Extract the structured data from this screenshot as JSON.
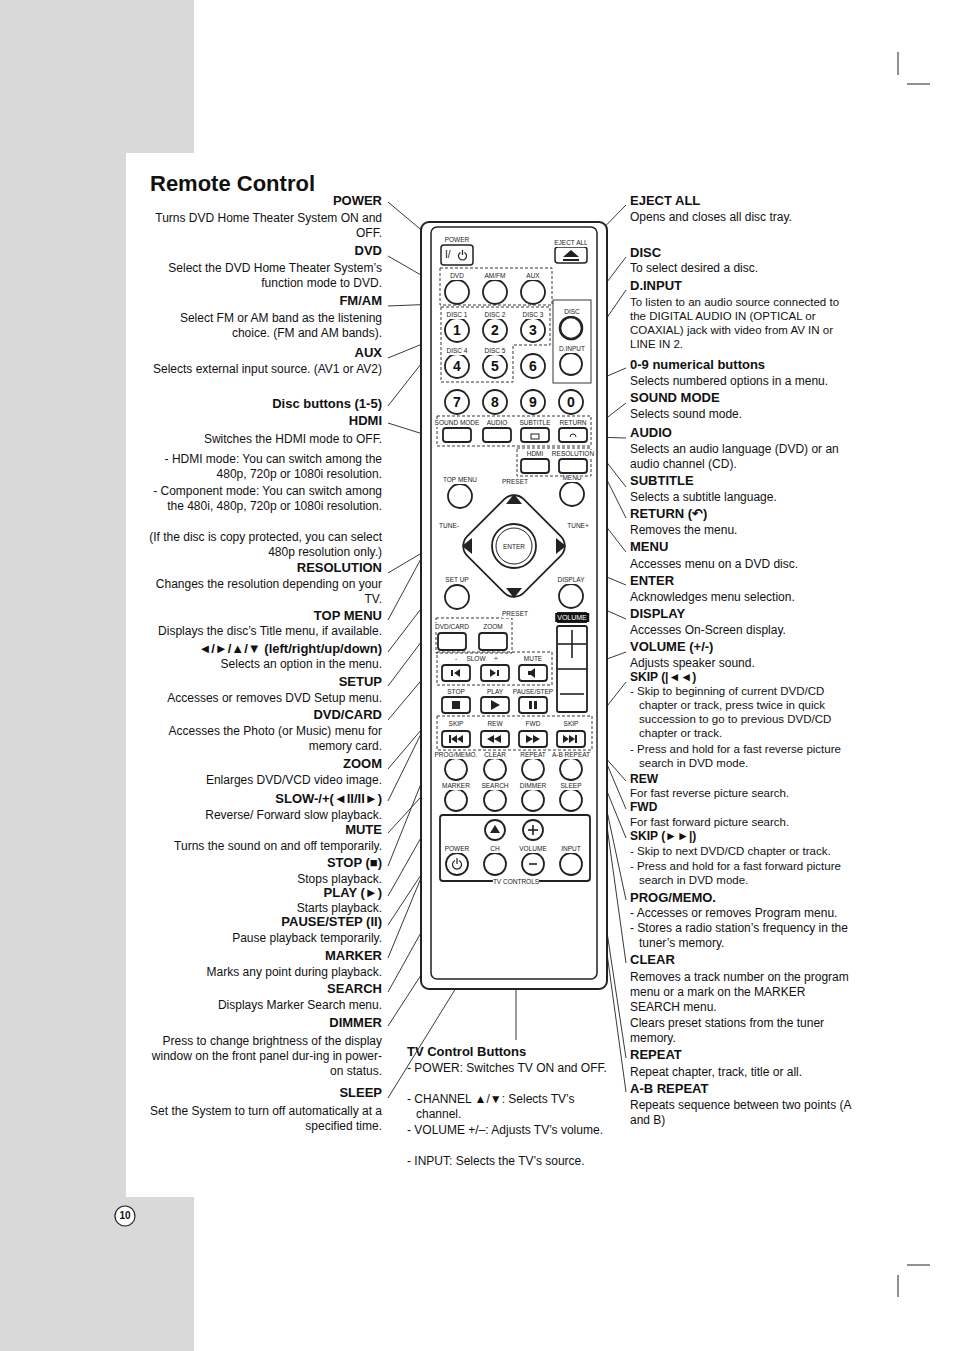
{
  "diagram": {
    "title": "Remote Control",
    "labels": [
      "10",
      "POWER",
      "Turns DVD Home Theater System ON and OFF.",
      "DVD",
      "Select the DVD Home Theater System’s function mode to DVD.",
      "FM/AM",
      "Select FM or AM band as the listening choice. (FM and AM bands).",
      "AUX",
      "Selects external input source. (AV1 or AV2)",
      "Disc buttons (1-5)",
      "HDMI",
      "Switches the HDMI mode to OFF.",
      "- HDMI mode: You can switch among the 480p, 720p or 1080i resolution.",
      "- Component mode: You can switch among the 480i, 480p, 720p or 1080i resolution.",
      "(If the disc is copy protected, you can select 480p resolution only.)",
      "RESOLUTION",
      "Changes the resolution depending on your TV.",
      "TOP MENU",
      "Displays the disc’s Title menu, if available.",
      "◄/►/▲/▼ (left/right/up/down)",
      "Selects an option in the menu.",
      "SETUP",
      "Accesses or removes DVD Setup menu.",
      "DVD/CARD",
      "Accesses the Photo (or Music) menu for memory card.",
      "ZOOM",
      "Enlarges DVD/VCD video image.",
      "SLOW-/+(◄II/II►)",
      "Reverse/ Forward slow playback.",
      "MUTE",
      "Turns the sound on and off temporarily.",
      "STOP (■)",
      "Stops playback.",
      "PLAY (►)",
      "Starts playback.",
      "PAUSE/STEP (II)",
      "Pause playback temporarily.",
      "MARKER",
      "Marks any point during playback.",
      "SEARCH",
      "Displays Marker Search menu.",
      "DIMMER",
      "Press to change brightness of the display window on the front panel dur-ing in power-on status.",
      "SLEEP",
      "Set the System to turn off automatically at a specified time.",
      "EJECT ALL",
      "Opens and closes all disc tray.",
      "DISC",
      "To select desired a disc.",
      "D.INPUT",
      "To listen to an audio source connected to the DIGITAL AUDIO IN (OPTICAL or COAXIAL) jack with video from AV IN or LINE IN 2.",
      "0-9 numerical buttons",
      "Selects numbered options in a menu.",
      "SOUND MODE",
      "Selects sound mode.",
      "AUDIO",
      "Selects an audio language (DVD) or an audio channel (CD).",
      "SUBTITLE",
      "Selects a subtitle language.",
      "RETURN (↶)",
      "Removes the menu.",
      "MENU",
      "Accesses menu on a DVD disc.",
      "ENTER",
      "Acknowledges menu selection.",
      "DISPLAY",
      "Accesses On-Screen display.",
      "VOLUME (+/-)",
      "Adjusts speaker sound.",
      "SKIP (|◄◄)",
      "- Skip to beginning of current DVD/CD chapter or track, press twice in quick succession to go to previous DVD/CD chapter or track.",
      "- Press and hold for a fast reverse picture search in DVD mode.",
      "REW",
      "For fast reverse picture search.",
      "FWD",
      "For fast forward picture search.",
      "SKIP (►►|)",
      "- Skip to next DVD/CD chapter or track.",
      "- Press and hold for a fast forward picture search in DVD mode.",
      "PROG/MEMO.",
      "- Accesses or removes Program menu.",
      "- Stores a radio station’s frequency in the tuner’s memory.",
      "CLEAR",
      "Removes a track number on the program menu or a mark on the MARKER SEARCH menu.",
      "Clears preset stations from the tuner memory.",
      "REPEAT",
      "Repeat chapter, track, title or all.",
      "A-B REPEAT",
      "Repeats sequence between two points (A and B)",
      "TV Control Buttons",
      "- POWER: Switches TV ON and OFF.",
      "- CHANNEL ▲/▼: Selects TV’s channel.",
      "- VOLUME +/–: Adjusts TV’s volume.",
      "- INPUT: Selects the TV’s source.",
      "POWER",
      "I/",
      "EJECT ALL",
      "DVD",
      "AM/FM",
      "AUX",
      "DISC 1",
      "DISC 2",
      "DISC 3",
      "1",
      "2",
      "3",
      "DISC 4",
      "DISC 5",
      "4",
      "5",
      "6",
      "DISC",
      "D.INPUT",
      "7",
      "8",
      "9",
      "0",
      "SOUND MODE",
      "AUDIO",
      "SUBTITLE",
      "RETURN",
      "HDMI",
      "RESOLUTION",
      "TOP MENU",
      "PRESET",
      "MENU",
      "TUNE-",
      "TUNE+",
      "ENTER",
      "SET UP",
      "DISPLAY",
      "PRESET",
      "DVD/CARD",
      "ZOOM",
      "VOLUME",
      "-",
      "SLOW",
      "+",
      "MUTE",
      "STOP",
      "PLAY",
      "PAUSE/STEP",
      "SKIP",
      "REW",
      "FWD",
      "SKIP",
      "PROG/MEMO.",
      "CLEAR",
      "REPEAT",
      "A-B REPEAT",
      "MARKER",
      "SEARCH",
      "DIMMER",
      "SLEEP",
      "POWER",
      "CH",
      "VOLUME",
      "INPUT",
      "TV CONTROLS"
    ]
  }
}
